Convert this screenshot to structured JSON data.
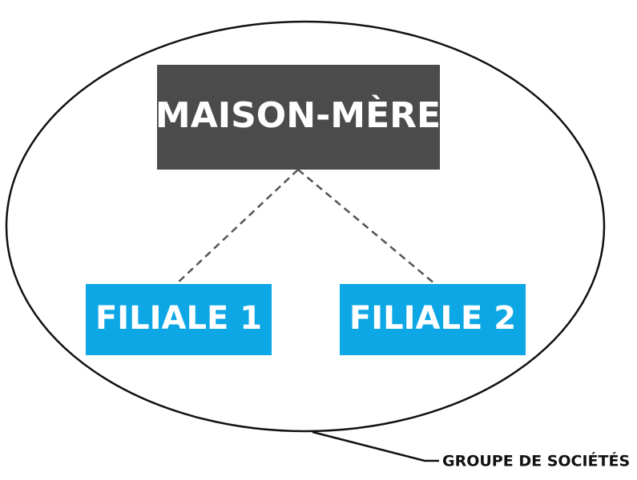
{
  "parent": {
    "label": "MAISON-MÈRE",
    "color": "#4b4b4b"
  },
  "subsidiaries": [
    {
      "label": "FILIALE 1",
      "color": "#0da7e6"
    },
    {
      "label": "FILIALE 2",
      "color": "#0da7e6"
    }
  ],
  "group": {
    "label": "GROUPE DE SOCIÉTÉS"
  }
}
